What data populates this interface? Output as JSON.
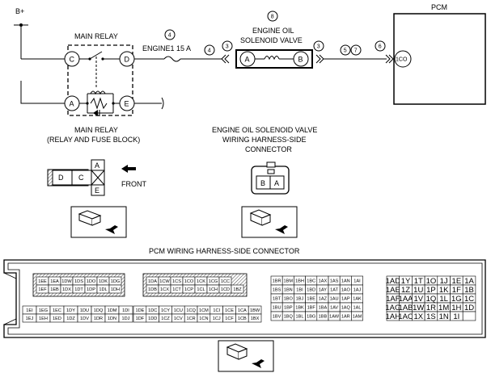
{
  "labels": {
    "b_plus": "B+",
    "pcm": "PCM",
    "main_relay": "MAIN RELAY",
    "num_4_top": "4",
    "engine1_fuse": "ENGINE1 15 A",
    "num_4_mid": "4",
    "num_8": "8",
    "engine_oil_solenoid_l1": "ENGINE OIL",
    "engine_oil_solenoid_l2": "SOLENOID VALVE",
    "num_3_left": "3",
    "num_3_right": "3",
    "num_5": "5",
    "num_7": "7",
    "num_6": "6",
    "pin_c": "C",
    "pin_d": "D",
    "pin_a_relay": "A",
    "pin_e": "E",
    "pin_a_sol": "A",
    "pin_b_sol": "B",
    "pin_1co": "1CO",
    "main_relay_caption_l1": "MAIN RELAY",
    "main_relay_caption_l2": "(RELAY AND FUSE BLOCK)",
    "sol_conn_caption_l1": "ENGINE OIL SOLENOID VALVE",
    "sol_conn_caption_l2": "WIRING HARNESS-SIDE",
    "sol_conn_caption_l3": "CONNECTOR",
    "front": "FRONT",
    "relay_block_d": "D",
    "relay_block_c": "C",
    "relay_block_a": "A",
    "relay_block_e": "E",
    "sol_conn_b": "B",
    "sol_conn_a": "A",
    "pcm_conn_caption": "PCM WIRING HARNESS-SIDE CONNECTOR"
  },
  "pcm_connector": {
    "block1_row1": [
      "1EE",
      "1EA",
      "1DW",
      "1DS",
      "1DO",
      "1DK",
      "1DG"
    ],
    "block1_row2": [
      "1EF",
      "1EB",
      "1DX",
      "1DT",
      "1DP",
      "1DL",
      "1DH"
    ],
    "block2_row1": [
      "1DA",
      "1CW",
      "1CS",
      "1CO",
      "1CK",
      "1CG",
      "1CC"
    ],
    "block2_row2": [
      "1DB",
      "1CX",
      "1CT",
      "1CP",
      "1CL",
      "1CH",
      "1CD",
      "1BZ"
    ],
    "block3_row1": [
      "1EI",
      "1EG",
      "1EC",
      "1DY",
      "1DU",
      "1DQ",
      "1DM",
      "1DI"
    ],
    "block3_row2": [
      "1EJ",
      "1EH",
      "1ED",
      "1DZ",
      "1DV",
      "1DR",
      "1DN",
      "1DJ"
    ],
    "block4_row1": [
      "1DE",
      "1DC",
      "1CY",
      "1CU",
      "1CQ",
      "1CM",
      "1CI",
      "1CE",
      "1CA",
      "1BW"
    ],
    "block4_row2": [
      "1DF",
      "1DD",
      "1CZ",
      "1CV",
      "1CR",
      "1CN",
      "1CJ",
      "1CF",
      "1CB",
      "1BX"
    ],
    "block5_rows": [
      [
        "1BR",
        "1BM",
        "1BH",
        "1BC",
        "1AX",
        "1AS",
        "1AN",
        "1AI"
      ],
      [
        "1BS",
        "1BN",
        "1BI",
        "1BD",
        "1AY",
        "1AT",
        "1AO",
        "1AJ"
      ],
      [
        "1BT",
        "1BO",
        "1BJ",
        "1BE",
        "1AZ",
        "1AU",
        "1AP",
        "1AK"
      ],
      [
        "1BU",
        "1BP",
        "1BK",
        "1BF",
        "1BA",
        "1AV",
        "1AQ",
        "1AL"
      ],
      [
        "1BV",
        "1BQ",
        "1BL",
        "1BG",
        "1BB",
        "1AW",
        "1AR",
        "1AM"
      ]
    ],
    "block6_rows": [
      [
        "1AD",
        "1Y",
        "1T",
        "1O",
        "1J",
        "1E",
        "1A"
      ],
      [
        "1AE",
        "1Z",
        "1U",
        "1P",
        "1K",
        "1F",
        "1B"
      ],
      [
        "1AF",
        "1AA",
        "1V",
        "1Q",
        "1L",
        "1G",
        "1C"
      ],
      [
        "1AG",
        "1AB",
        "1W",
        "1R",
        "1M",
        "1H",
        "1D"
      ],
      [
        "1AH",
        "1AC",
        "1X",
        "1S",
        "1N",
        "1I",
        ""
      ]
    ]
  }
}
